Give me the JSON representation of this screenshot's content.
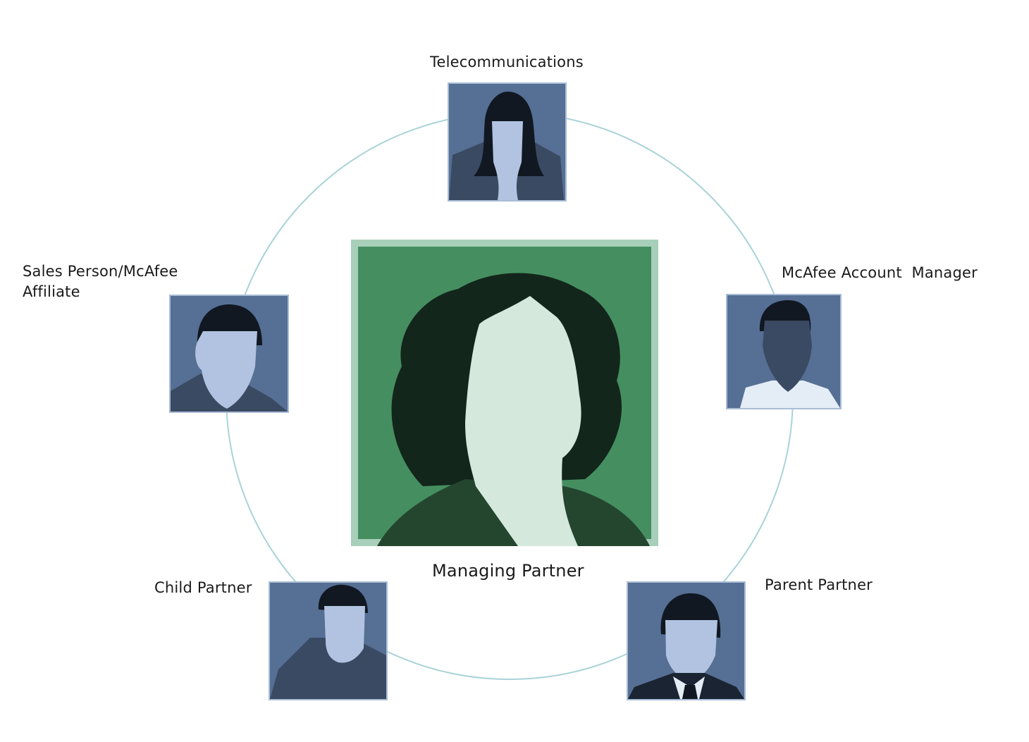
{
  "diagram": {
    "center": {
      "label": "Managing Partner",
      "icon": "woman-curly-hair-silhouette-icon",
      "colors": {
        "frame": "#a8cfb9",
        "bg": "#458e60",
        "hair": "#13261b",
        "face": "#d4e8dc",
        "shoulders": "#24462f"
      }
    },
    "ring_color": "#a9d3d8",
    "nodes": [
      {
        "key": "telecom",
        "label": "Telecommunications",
        "icon": "woman-long-hair-silhouette-icon"
      },
      {
        "key": "account-manager",
        "label": "McAfee Account  Manager",
        "icon": "man-tshirt-silhouette-icon"
      },
      {
        "key": "parent-partner",
        "label": "Parent Partner",
        "icon": "man-suit-tie-silhouette-icon"
      },
      {
        "key": "child-partner",
        "label": "Child Partner",
        "icon": "man-casual-silhouette-icon"
      },
      {
        "key": "sales-person",
        "label": "Sales Person/McAfee\nAffiliate",
        "icon": "man-short-hair-silhouette-icon"
      }
    ],
    "node_colors": {
      "frame": "#a9bdd6",
      "bg": "#566f94",
      "hair": "#111822",
      "face_light": "#b1c3e0",
      "body_dark": "#3a4a62"
    }
  }
}
